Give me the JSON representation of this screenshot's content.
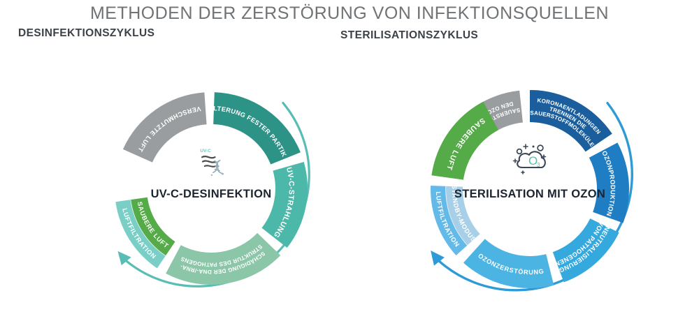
{
  "title": "METHODEN DER ZERSTÖRUNG VON INFEKTIONSQUELLEN",
  "colors": {
    "title_gray": "#6f7376",
    "header_dark": "#3c4248",
    "center_title": "#1c2430",
    "left_arc": "#58bdb4",
    "right_arc": "#2e9bd6",
    "gray_segment": "#9a9d9f",
    "green_clean": "#55ab47"
  },
  "left": {
    "header": "DESINFEKTIONSZYKLUS",
    "center_title": "UV-C-DESINFEKTION",
    "center_icon": "uvc-dna-icon",
    "arrow_color": "#58bdb4",
    "segments": [
      {
        "name": "verschmutzte-luft",
        "lines": [
          "VERSCHMUTZTE LUFT"
        ],
        "color": "#9a9d9f",
        "start": -66,
        "end": -4,
        "size": "normal"
      },
      {
        "name": "filterung-fester-partikel",
        "lines": [
          "FILTERUNG FESTER PARTIKEL"
        ],
        "color": "#2e9387",
        "start": 2,
        "end": 68,
        "size": "normal"
      },
      {
        "name": "uv-c-strahlung",
        "lines": [
          "UV-C-STRAHLUNG"
        ],
        "color": "#4bb8a9",
        "start": 74,
        "end": 128,
        "size": "lg"
      },
      {
        "name": "schaedigung-dna-rna",
        "lines": [
          "SCHÄDIGUNG DER DNA-/RNA-",
          "STRUKTUR DES PATHOGENS"
        ],
        "color": "#8cc6a8",
        "start": 134,
        "end": 208,
        "size": "sm"
      },
      {
        "name": "luftfiltration",
        "lines": [
          "LUFTFILTRATION"
        ],
        "color": "#79cfc6",
        "start": 214,
        "end": 262,
        "size": "normal"
      },
      {
        "name": "saubere-luft",
        "lines": [
          "SAUBERE LUFT"
        ],
        "color": "#55ab47",
        "start": 214,
        "end": 262,
        "inner": true,
        "size": "normal"
      }
    ]
  },
  "right": {
    "header": "STERILISATIONSZYKLUS",
    "center_title": "STERILISATION MIT OZON",
    "center_icon": "ozone-cloud-icon",
    "arrow_color": "#2e9bd6",
    "segments": [
      {
        "name": "sauerstoffeinlass",
        "lines": [
          "SAUERSTOFFEINLASS IN",
          "DEN OZONGENERATOR"
        ],
        "color": "#9a9d9f",
        "start": -62,
        "end": -6,
        "size": "sm"
      },
      {
        "name": "koronaentladungen",
        "lines": [
          "KORONAENTLADUNGEN",
          "TRENNEN DIE",
          "SAUERSTOFFMOLEKÜLE"
        ],
        "color": "#1b5e9e",
        "start": 0,
        "end": 56,
        "size": "sm"
      },
      {
        "name": "ozonproduktion",
        "lines": [
          "OZONPRODUKTION"
        ],
        "color": "#1f7dc4",
        "start": 62,
        "end": 110,
        "size": "normal"
      },
      {
        "name": "neutralisierung-von-pathogenen",
        "lines": [
          "NEUTRALISIERUNG",
          "VON PATHOGENEN"
        ],
        "color": "#35a8dd",
        "start": 116,
        "end": 160,
        "size": "normal"
      },
      {
        "name": "ozonzerstoerung",
        "lines": [
          "OZONZERSTÖRUNG"
        ],
        "color": "#4bb4e3",
        "start": 166,
        "end": 222,
        "size": "normal"
      },
      {
        "name": "luftfiltration",
        "lines": [
          "LUFTFILTRATION"
        ],
        "color": "#63b9e8",
        "start": 228,
        "end": 272,
        "size": "normal"
      },
      {
        "name": "standby-modus",
        "lines": [
          "STANDBY-MODUS"
        ],
        "color": "#a8cfe8",
        "start": 228,
        "end": 272,
        "inner": true,
        "size": "normal"
      },
      {
        "name": "saubere-luft",
        "lines": [
          "SAUBERE LUFT"
        ],
        "color": "#55ab47",
        "start": 278,
        "end": 332,
        "full": true,
        "size": "lg"
      }
    ]
  }
}
